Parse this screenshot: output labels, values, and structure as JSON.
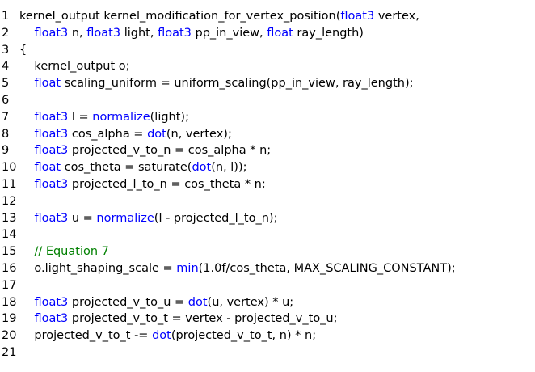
{
  "colors": {
    "keyword": "#0000ff",
    "comment": "#008000",
    "text": "#000000",
    "background": "#ffffff"
  },
  "lines": [
    {
      "n": "1",
      "tokens": [
        [
          "t",
          "kernel_output kernel_modification_for_vertex_position("
        ],
        [
          "kw",
          "float3"
        ],
        [
          "t",
          " vertex,"
        ]
      ]
    },
    {
      "n": "2",
      "tokens": [
        [
          "t",
          "    "
        ],
        [
          "kw",
          "float3"
        ],
        [
          "t",
          " n, "
        ],
        [
          "kw",
          "float3"
        ],
        [
          "t",
          " light, "
        ],
        [
          "kw",
          "float3"
        ],
        [
          "t",
          " pp_in_view, "
        ],
        [
          "kw",
          "float"
        ],
        [
          "t",
          " ray_length)"
        ]
      ]
    },
    {
      "n": "3",
      "tokens": [
        [
          "t",
          "{"
        ]
      ]
    },
    {
      "n": "4",
      "tokens": [
        [
          "t",
          "    kernel_output o;"
        ]
      ]
    },
    {
      "n": "5",
      "tokens": [
        [
          "t",
          "    "
        ],
        [
          "kw",
          "float"
        ],
        [
          "t",
          " scaling_uniform = uniform_scaling(pp_in_view, ray_length);"
        ]
      ]
    },
    {
      "n": "6",
      "tokens": []
    },
    {
      "n": "7",
      "tokens": [
        [
          "t",
          "    "
        ],
        [
          "kw",
          "float3"
        ],
        [
          "t",
          " l = "
        ],
        [
          "kw",
          "normalize"
        ],
        [
          "t",
          "(light);"
        ]
      ]
    },
    {
      "n": "8",
      "tokens": [
        [
          "t",
          "    "
        ],
        [
          "kw",
          "float3"
        ],
        [
          "t",
          " cos_alpha = "
        ],
        [
          "kw",
          "dot"
        ],
        [
          "t",
          "(n, vertex);"
        ]
      ]
    },
    {
      "n": "9",
      "tokens": [
        [
          "t",
          "    "
        ],
        [
          "kw",
          "float3"
        ],
        [
          "t",
          " projected_v_to_n = cos_alpha * n;"
        ]
      ]
    },
    {
      "n": "10",
      "tokens": [
        [
          "t",
          "    "
        ],
        [
          "kw",
          "float"
        ],
        [
          "t",
          " cos_theta = saturate("
        ],
        [
          "kw",
          "dot"
        ],
        [
          "t",
          "(n, l));"
        ]
      ]
    },
    {
      "n": "11",
      "tokens": [
        [
          "t",
          "    "
        ],
        [
          "kw",
          "float3"
        ],
        [
          "t",
          " projected_l_to_n = cos_theta * n;"
        ]
      ]
    },
    {
      "n": "12",
      "tokens": []
    },
    {
      "n": "13",
      "tokens": [
        [
          "t",
          "    "
        ],
        [
          "kw",
          "float3"
        ],
        [
          "t",
          " u = "
        ],
        [
          "kw",
          "normalize"
        ],
        [
          "t",
          "(l - projected_l_to_n);"
        ]
      ]
    },
    {
      "n": "14",
      "tokens": []
    },
    {
      "n": "15",
      "tokens": [
        [
          "t",
          "    "
        ],
        [
          "cm",
          "// Equation 7"
        ]
      ]
    },
    {
      "n": "16",
      "tokens": [
        [
          "t",
          "    o.light_shaping_scale = "
        ],
        [
          "kw",
          "min"
        ],
        [
          "t",
          "(1.0f/cos_theta, MAX_SCALING_CONSTANT);"
        ]
      ]
    },
    {
      "n": "17",
      "tokens": []
    },
    {
      "n": "18",
      "tokens": [
        [
          "t",
          "    "
        ],
        [
          "kw",
          "float3"
        ],
        [
          "t",
          " projected_v_to_u = "
        ],
        [
          "kw",
          "dot"
        ],
        [
          "t",
          "(u, vertex) * u;"
        ]
      ]
    },
    {
      "n": "19",
      "tokens": [
        [
          "t",
          "    "
        ],
        [
          "kw",
          "float3"
        ],
        [
          "t",
          " projected_v_to_t = vertex - projected_v_to_u;"
        ]
      ]
    },
    {
      "n": "20",
      "tokens": [
        [
          "t",
          "    projected_v_to_t -= "
        ],
        [
          "kw",
          "dot"
        ],
        [
          "t",
          "(projected_v_to_t, n) * n;"
        ]
      ]
    },
    {
      "n": "21",
      "tokens": []
    }
  ]
}
